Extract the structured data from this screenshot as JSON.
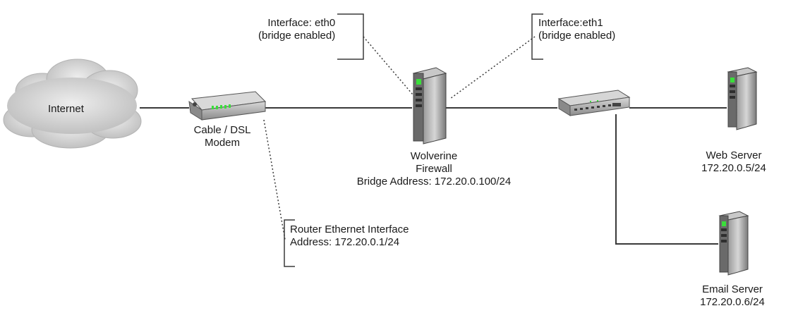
{
  "nodes": {
    "internet": {
      "label": "Internet"
    },
    "modem": {
      "line1": "Cable / DSL",
      "line2": "Modem"
    },
    "firewall": {
      "line1": "Wolverine",
      "line2": "Firewall",
      "line3": "Bridge Address: 172.20.0.100/24"
    },
    "web_server": {
      "line1": "Web Server",
      "line2": "172.20.0.5/24"
    },
    "email_server": {
      "line1": "Email Server",
      "line2": "172.20.0.6/24"
    }
  },
  "callouts": {
    "eth0": {
      "line1": "Interface: eth0",
      "line2": "(bridge enabled)"
    },
    "eth1": {
      "line1": "Interface:eth1",
      "line2": "(bridge enabled)"
    },
    "router": {
      "line1": "Router Ethernet Interface",
      "line2": "Address: 172.20.0.1/24"
    }
  },
  "colors": {
    "line": "#3a3a3a",
    "cloud": "#c8c8c8",
    "device": "#6a6a6a",
    "led": "#3adf3a"
  }
}
